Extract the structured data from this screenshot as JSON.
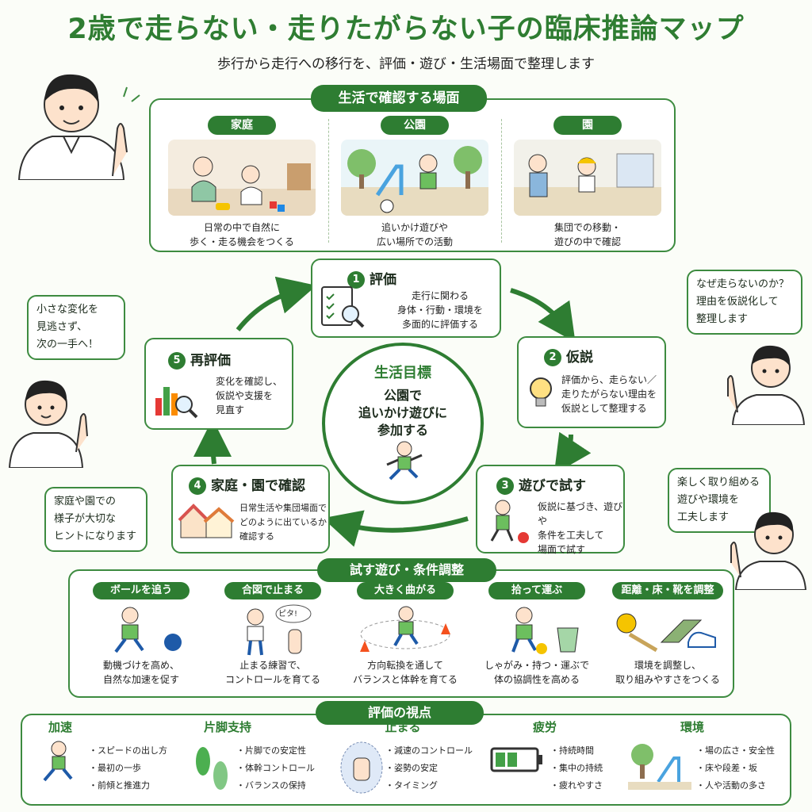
{
  "title": "2歳で走らない・走りたがらない子の臨床推論マップ",
  "subtitle": "歩行から走行への移行を、評価・遊び・生活場面で整理します",
  "life": {
    "heading": "生活で確認する場面",
    "scenes": [
      {
        "label": "家庭",
        "caption1": "日常の中で自然に",
        "caption2": "歩く・走る機会をつくる"
      },
      {
        "label": "公園",
        "caption1": "追いかけ遊びや",
        "caption2": "広い場所での活動"
      },
      {
        "label": "園",
        "caption1": "集団での移動・",
        "caption2": "遊びの中で確認"
      }
    ]
  },
  "cycle": {
    "center": {
      "title": "生活目標",
      "line1": "公園で",
      "line2": "追いかけ遊びに",
      "line3": "参加する"
    },
    "steps": [
      {
        "num": "1",
        "title": "評価",
        "l1": "走行に関わる",
        "l2": "身体・行動・環境を",
        "l3": "多面的に評価する"
      },
      {
        "num": "2",
        "title": "仮説",
        "l1": "評価から、走らない／",
        "l2": "走りたがらない理由を",
        "l3": "仮説として整理する"
      },
      {
        "num": "3",
        "title": "遊びで試す",
        "l1": "仮説に基づき、遊びや",
        "l2": "条件を工夫して",
        "l3": "場面で試す"
      },
      {
        "num": "4",
        "title": "家庭・園で確認",
        "l1": "日常生活や集団場面で",
        "l2": "どのように出ているか",
        "l3": "確認する"
      },
      {
        "num": "5",
        "title": "再評価",
        "l1": "変化を確認し、",
        "l2": "仮説や支援を",
        "l3": "見直す"
      }
    ]
  },
  "bubbles": {
    "top_left": {
      "l1": "小さな変化を",
      "l2": "見逃さず、",
      "l3": "次の一手へ！"
    },
    "top_right": {
      "l1": "なぜ走らないのか？",
      "l2": "理由を仮説化して",
      "l3": "整理します"
    },
    "bottom_left": {
      "l1": "家庭や園での",
      "l2": "様子が大切な",
      "l3": "ヒントになります"
    },
    "bottom_right": {
      "l1": "楽しく取り組める",
      "l2": "遊びや環境を",
      "l3": "工夫します"
    }
  },
  "play": {
    "heading": "試す遊び・条件調整",
    "speech": "ピタ!",
    "items": [
      {
        "label": "ボールを追う",
        "c1": "動機づけを高め、",
        "c2": "自然な加速を促す"
      },
      {
        "label": "合図で止まる",
        "c1": "止まる練習で、",
        "c2": "コントロールを育てる"
      },
      {
        "label": "大きく曲がる",
        "c1": "方向転換を通して",
        "c2": "バランスと体幹を育てる"
      },
      {
        "label": "拾って運ぶ",
        "c1": "しゃがみ・持つ・運ぶで",
        "c2": "体の協調性を高める"
      },
      {
        "label": "距離・床・靴を調整",
        "c1": "環境を調整し、",
        "c2": "取り組みやすさをつくる"
      }
    ]
  },
  "views": {
    "heading": "評価の視点",
    "items": [
      {
        "title": "加速",
        "points": [
          "・スピードの出し方",
          "・最初の一歩",
          "・前傾と推進力"
        ]
      },
      {
        "title": "片脚支持",
        "points": [
          "・片脚での安定性",
          "・体幹コントロール",
          "・バランスの保持"
        ]
      },
      {
        "title": "止まる",
        "points": [
          "・減速のコントロール",
          "・姿勢の安定",
          "・タイミング"
        ]
      },
      {
        "title": "疲労",
        "points": [
          "・持続時間",
          "・集中の持続",
          "・疲れやすさ"
        ]
      },
      {
        "title": "環境",
        "points": [
          "・場の広さ・安全性",
          "・床や段差・坂",
          "・人や活動の多さ"
        ]
      }
    ]
  },
  "colors": {
    "accent": "#2e7d32",
    "border": "#3d8b40",
    "background": "#fbfdf8"
  }
}
